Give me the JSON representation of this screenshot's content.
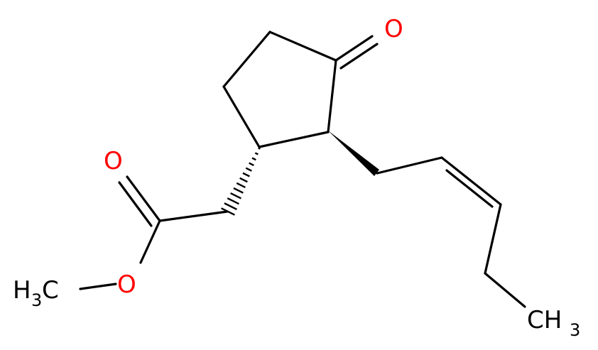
{
  "colors": {
    "oxygen": "#ff0000",
    "carbon": "#000000",
    "background": "#ffffff"
  },
  "atoms": {
    "ketone_o": {
      "symbol": "O"
    },
    "carbonyl_o": {
      "symbol": "O"
    },
    "ester_o": {
      "symbol": "O"
    },
    "methoxy": {
      "symbol": "H",
      "sub": "3",
      "tail": "C"
    },
    "terminal_methyl": {
      "symbol": "CH",
      "sub": "3"
    }
  }
}
